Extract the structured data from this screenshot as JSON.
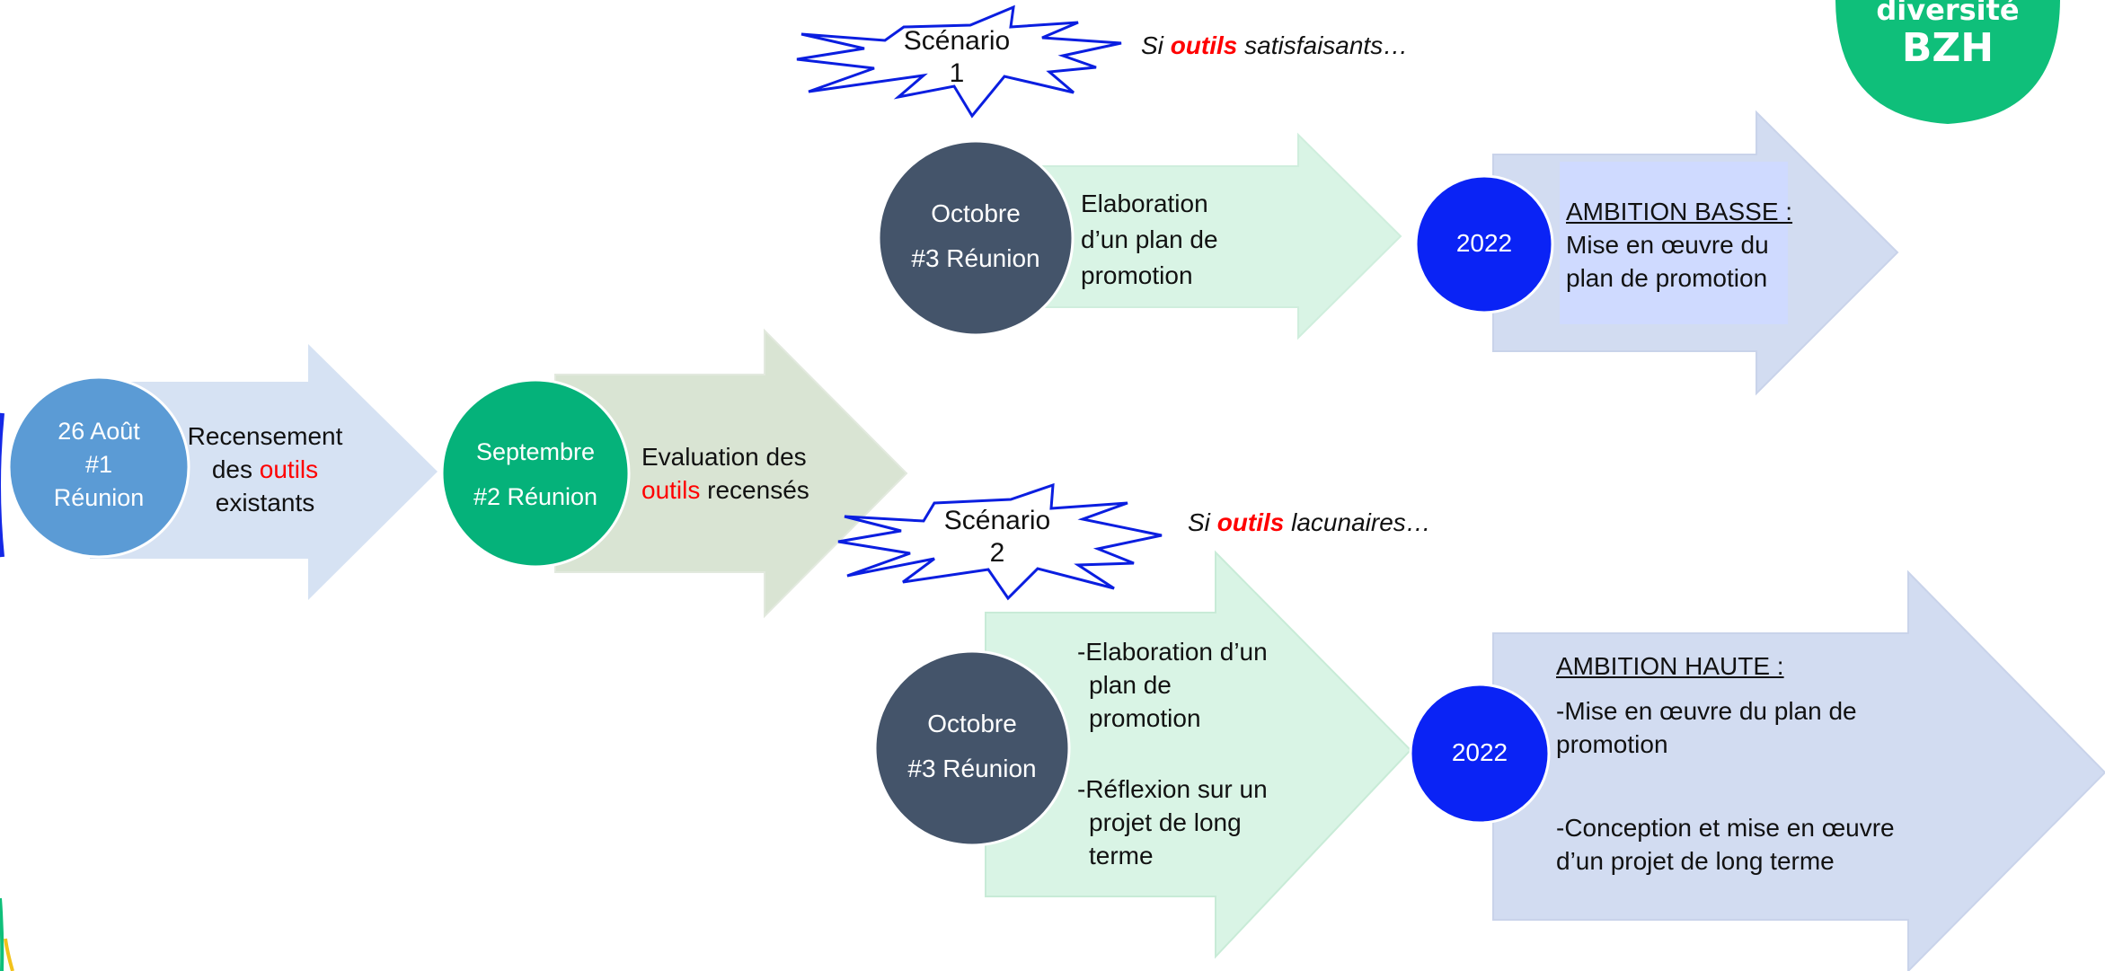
{
  "colors": {
    "arrow_blue": "#d6e2f3",
    "arrow_sage": "#d9e4d3",
    "arrow_mint": "#d9f4e5",
    "arrow_lavender": "#d2dcf1",
    "circle_blue": "#5b9bd5",
    "circle_green": "#05b27a",
    "circle_dark": "#44546a",
    "circle_royal": "#0a23f5",
    "burst_stroke": "#0a1ee0",
    "logo_green": "#0fbf7a",
    "highlight": "#ff0000"
  },
  "logo": {
    "line1": "diversité",
    "line2": "BZH"
  },
  "step1": {
    "circle": [
      "26 Août",
      "#1",
      "Réunion"
    ],
    "label_a": "Recensement",
    "label_b_pre": "des ",
    "label_b_red": "outils",
    "label_c": "existants"
  },
  "step2": {
    "circle": [
      "Septembre",
      "#2 Réunion"
    ],
    "label_a": "Evaluation des",
    "label_b_red": "outils",
    "label_b_post": " recensés"
  },
  "scenario1": {
    "burst": [
      "Scénario",
      "1"
    ],
    "condition_pre": "Si ",
    "condition_red": "outils",
    "condition_post": " satisfaisants…",
    "step3": {
      "circle": [
        "Octobre",
        "#3 Réunion"
      ],
      "text": [
        "Elaboration",
        "d’un plan de",
        "promotion"
      ]
    },
    "goal": {
      "year": "2022",
      "title": "AMBITION BASSE :",
      "text": [
        "Mise en œuvre du",
        "plan de promotion"
      ]
    }
  },
  "scenario2": {
    "burst": [
      "Scénario",
      "2"
    ],
    "condition_pre": "Si ",
    "condition_red": "outils",
    "condition_post": " lacunaires…",
    "step3": {
      "circle": [
        "Octobre",
        "#3 Réunion"
      ],
      "item1": [
        "-Elaboration d’un",
        "plan de",
        "promotion"
      ],
      "item2": [
        "-Réflexion sur un",
        "projet de long",
        "terme"
      ]
    },
    "goal": {
      "year": "2022",
      "title": "AMBITION HAUTE :",
      "item1": [
        "-Mise en œuvre du plan de",
        "promotion"
      ],
      "item2": [
        "-Conception et mise en œuvre",
        "d’un projet de long terme"
      ]
    }
  }
}
